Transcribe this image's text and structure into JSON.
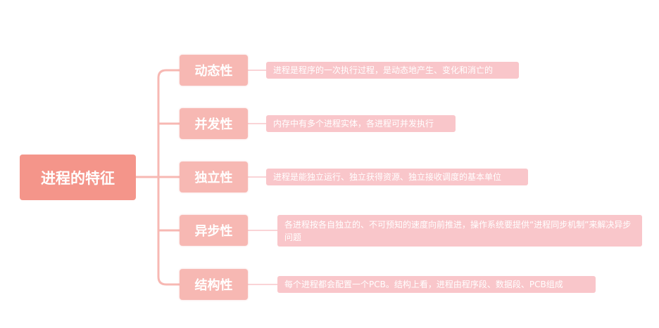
{
  "root": {
    "label": "进程的特征"
  },
  "branches": [
    {
      "label": "动态性",
      "desc": "进程是程序的一次执行过程，是动态地产生、变化和消亡的"
    },
    {
      "label": "并发性",
      "desc": "内存中有多个进程实体，各进程可并发执行"
    },
    {
      "label": "独立性",
      "desc": "进程是能独立运行、独立获得资源、独立接收调度的基本单位"
    },
    {
      "label": "异步性",
      "desc": "各进程按各自独立的、不可预知的速度向前推进，操作系统要提供“进程同步机制”来解决异步问题"
    },
    {
      "label": "结构性",
      "desc": "每个进程都会配置一个PCB。结构上看，进程由程序段、数据段、PCB组成"
    }
  ],
  "colors": {
    "root": "#f4958a",
    "branch": "#f7b8b3",
    "desc": "#f9c6ca",
    "line": "#f7b8b3"
  }
}
